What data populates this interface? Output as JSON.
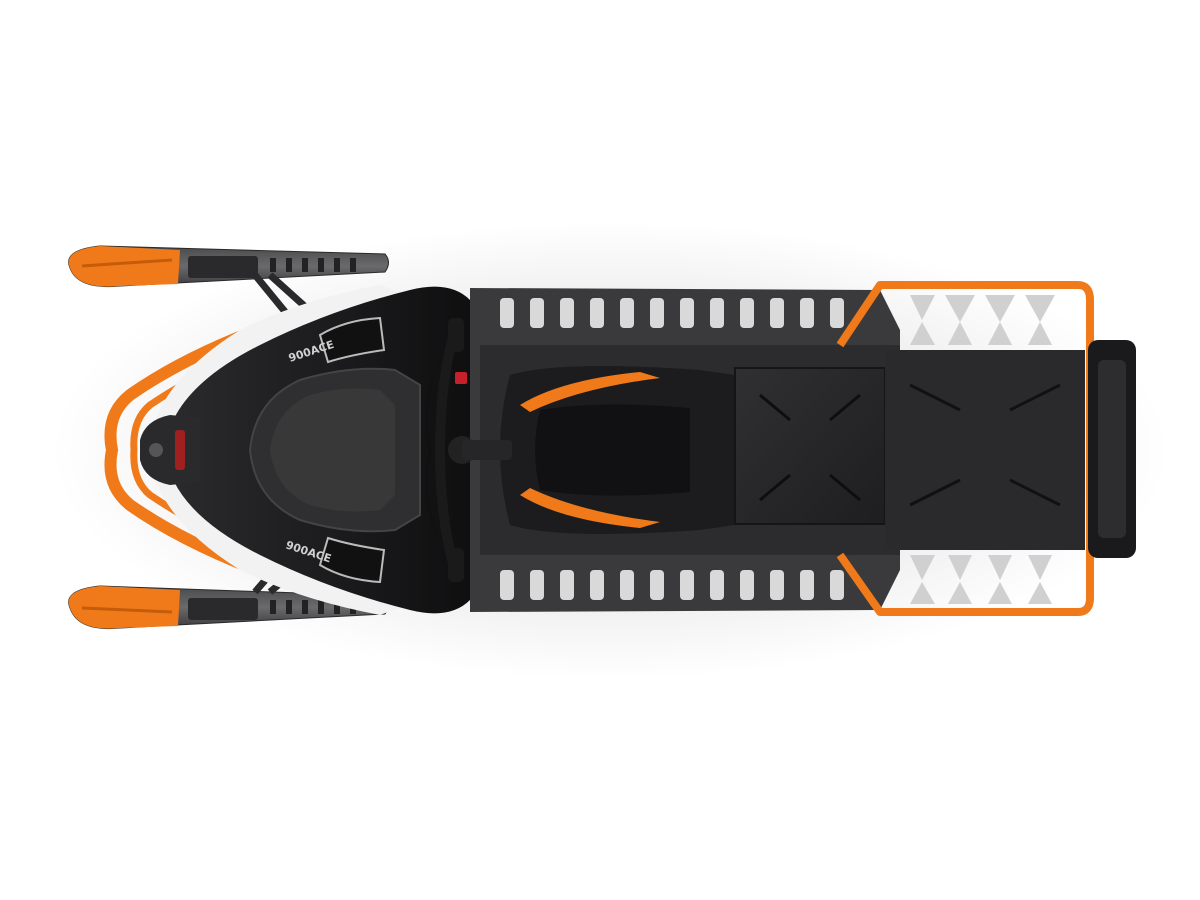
{
  "colors": {
    "background": "#ffffff",
    "accent_orange": "#f07a1a",
    "body_black": "#1c1c1e",
    "panel_dark": "#2a2a2c",
    "tunnel_grey": "#3a3a3c",
    "ski_grey": "#58585a",
    "fairing_white": "#f2f2f2"
  },
  "decals": {
    "hood_left": "900ACE",
    "hood_right": "900ACE"
  },
  "icons": {
    "subject": "snowmobile-top-view"
  }
}
